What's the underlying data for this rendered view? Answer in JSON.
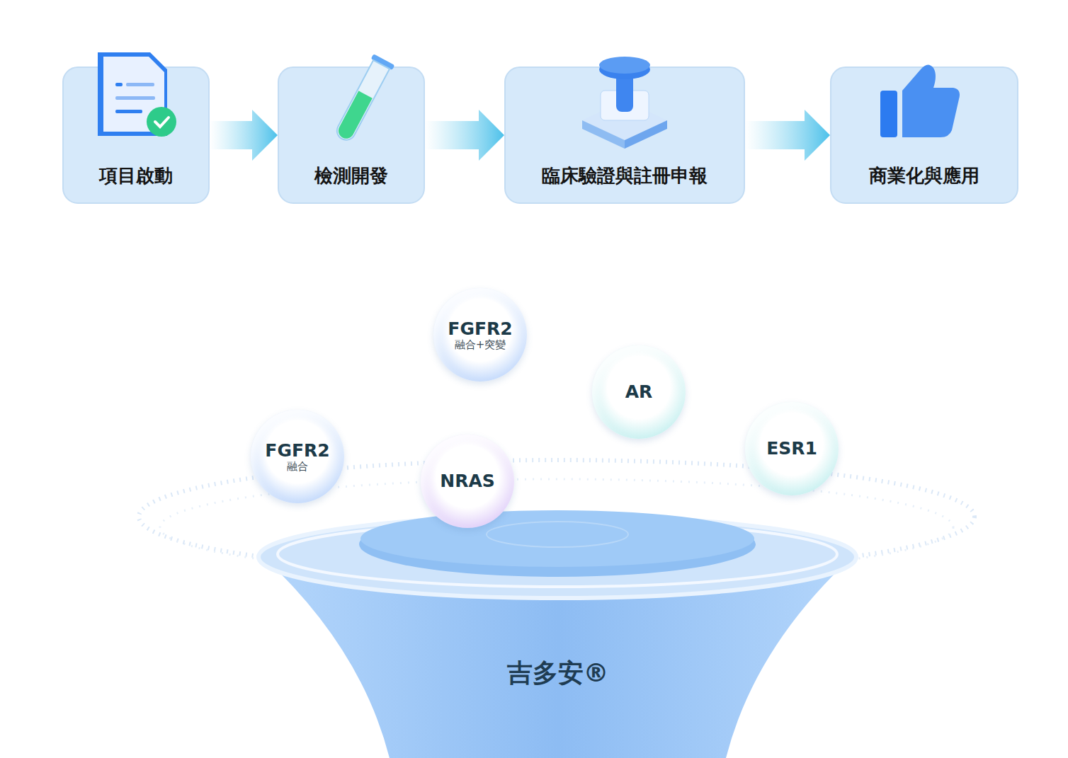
{
  "diagram": {
    "nodes": [
      {
        "text": [
          "項目啟動"
        ]
      },
      {
        "text": [
          "檢測開發"
        ]
      },
      {
        "text": [
          "臨床驗證與註冊申報"
        ]
      },
      {
        "text": [
          "商業化與應用"
        ]
      },
      {
        "text": [
          "FGFR2",
          "融合+突變"
        ]
      },
      {
        "text": [
          "AR"
        ]
      },
      {
        "text": [
          "FGFR2",
          "融合"
        ]
      },
      {
        "text": [
          "ESR1"
        ]
      },
      {
        "text": [
          "NRAS"
        ]
      },
      {
        "text": [
          "吉多安®"
        ]
      }
    ],
    "edges": [
      {
        "from": 0,
        "to": 1,
        "arrow": "to"
      },
      {
        "from": 1,
        "to": 2,
        "arrow": "to"
      },
      {
        "from": 2,
        "to": 3,
        "arrow": "to"
      }
    ]
  }
}
